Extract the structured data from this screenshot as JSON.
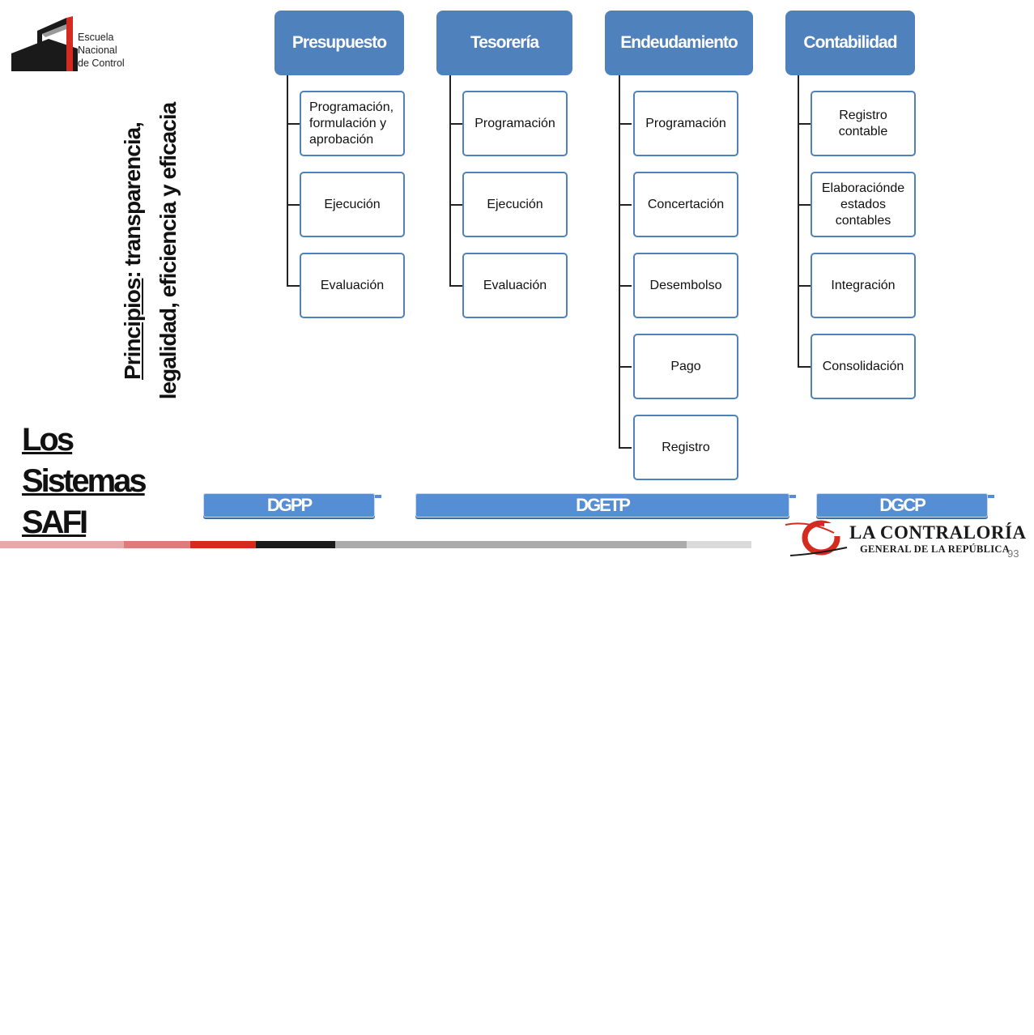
{
  "logo": {
    "text": "Escuela\nNacional\nde Control",
    "colors": {
      "dark": "#1a1a1a",
      "red": "#d52b1e"
    }
  },
  "principles": {
    "label": "Principios",
    "rest_line1": ": transparencia,",
    "line2": "legalidad, eficiencia y eficacia"
  },
  "title": {
    "lines": [
      "Los",
      "Sistemas",
      "SAFI"
    ]
  },
  "columns": [
    {
      "header": "Presupuesto",
      "items": [
        "Programación, formulación y aprobación",
        "Ejecución",
        "Evaluación"
      ]
    },
    {
      "header": "Tesorería",
      "items": [
        "Programación",
        "Ejecución",
        "Evaluación"
      ]
    },
    {
      "header": "Endeudamiento",
      "items": [
        "Programación",
        "Concertación",
        "Desembolso",
        "Pago",
        "Registro"
      ]
    },
    {
      "header": "Contabilidad",
      "items": [
        "Registro contable",
        "Elaboraciónde estados contables",
        "Integración",
        "Consolidación"
      ]
    }
  ],
  "org_bars": [
    "DGPP",
    "DGETP",
    "DGCP"
  ],
  "footer": {
    "org_name": "LA CONTRALORÍA",
    "org_sub": "GENERAL DE LA REPÚBLICA",
    "page_number": "93"
  },
  "colors": {
    "header_blue": "#4f81bd",
    "bar_blue": "#558ed5",
    "accent_red": "#d52b1e"
  }
}
